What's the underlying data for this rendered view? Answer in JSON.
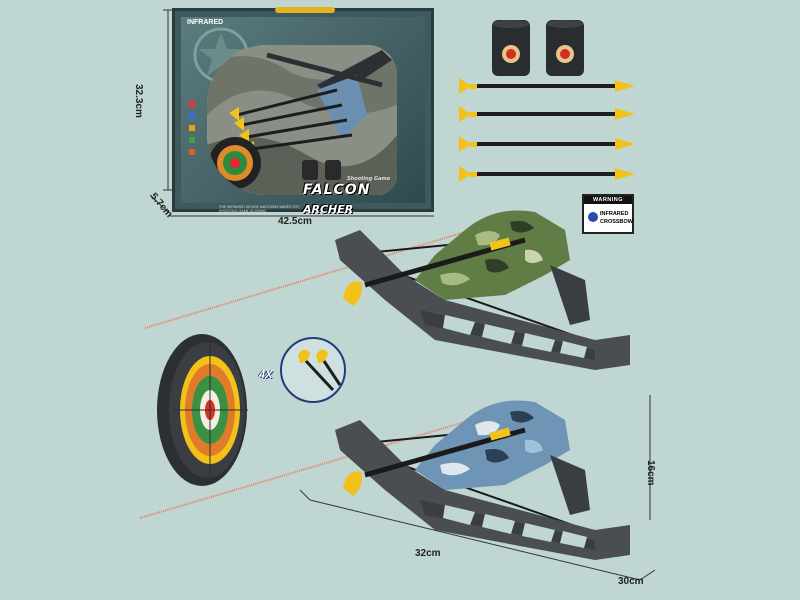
{
  "product": {
    "box_brand": "FALCON",
    "box_brand_2": "ARCHER",
    "box_tagline": "Shooting Game",
    "box_corner_label": "INFRARED",
    "box_description": "THE INFRARED DEVICE MATCHING WAVES TOY SHOOTING GAME SCORING"
  },
  "dimensions": {
    "box_height": "32.3cm",
    "box_depth": "5.7cm",
    "box_width": "42.5cm",
    "toy_height": "16cm",
    "toy_length": "32cm",
    "toy_depth": "30cm"
  },
  "warning_label": {
    "header": "WARNING",
    "line1": "INFRARED",
    "line2": "CROSSBOW"
  },
  "arrow_count_badge": "4X",
  "colors": {
    "background": "#bfd6d3",
    "arrow_tip": "#f2c21a",
    "frame_gray": "#4a4d52",
    "camo_green": "#5f7d45",
    "camo_blue": "#6e95b6",
    "laser": "#e8805a"
  },
  "icons": [
    "box-icon",
    "crossbow-icon",
    "arrow-icon",
    "target-icon",
    "warning-icon",
    "can-target-icon"
  ]
}
